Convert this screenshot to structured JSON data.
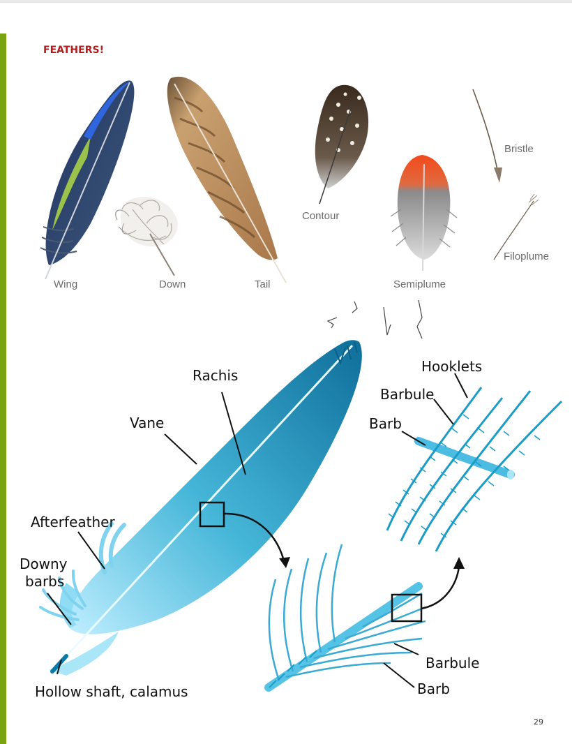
{
  "page": {
    "heading": "FEATHERS!",
    "page_number": "29"
  },
  "feather_types": {
    "wing": "Wing",
    "down": "Down",
    "tail": "Tail",
    "contour": "Contour",
    "semiplume": "Semiplume",
    "bristle": "Bristle",
    "filoplume": "Filoplume"
  },
  "anatomy": {
    "rachis": "Rachis",
    "vane": "Vane",
    "afterfeather": "Afterfeather",
    "downy_barbs_line1": "Downy",
    "downy_barbs_line2": "barbs",
    "hollow_shaft": "Hollow shaft, calamus",
    "hooklets": "Hooklets",
    "barbule_top": "Barbule",
    "barb_top": "Barb",
    "barbule_bottom": "Barbule",
    "barb_bottom": "Barb"
  },
  "colors": {
    "heading": "#b01e1e",
    "sidebar": "#7aa312",
    "diagram_blue": "#1a9cc7"
  }
}
